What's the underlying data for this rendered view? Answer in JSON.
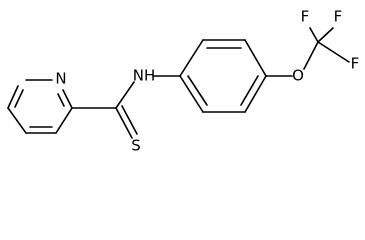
{
  "molecule": {
    "atoms": {
      "pyridine_n": "N",
      "amide_nh": "NH",
      "thione_s": "S",
      "ether_o": "O",
      "fluorine_top_left": "F",
      "fluorine_top_right": "F",
      "fluorine_right": "F"
    },
    "colors": {
      "bond": "#000000",
      "label": "#000000",
      "background": "#ffffff"
    }
  }
}
